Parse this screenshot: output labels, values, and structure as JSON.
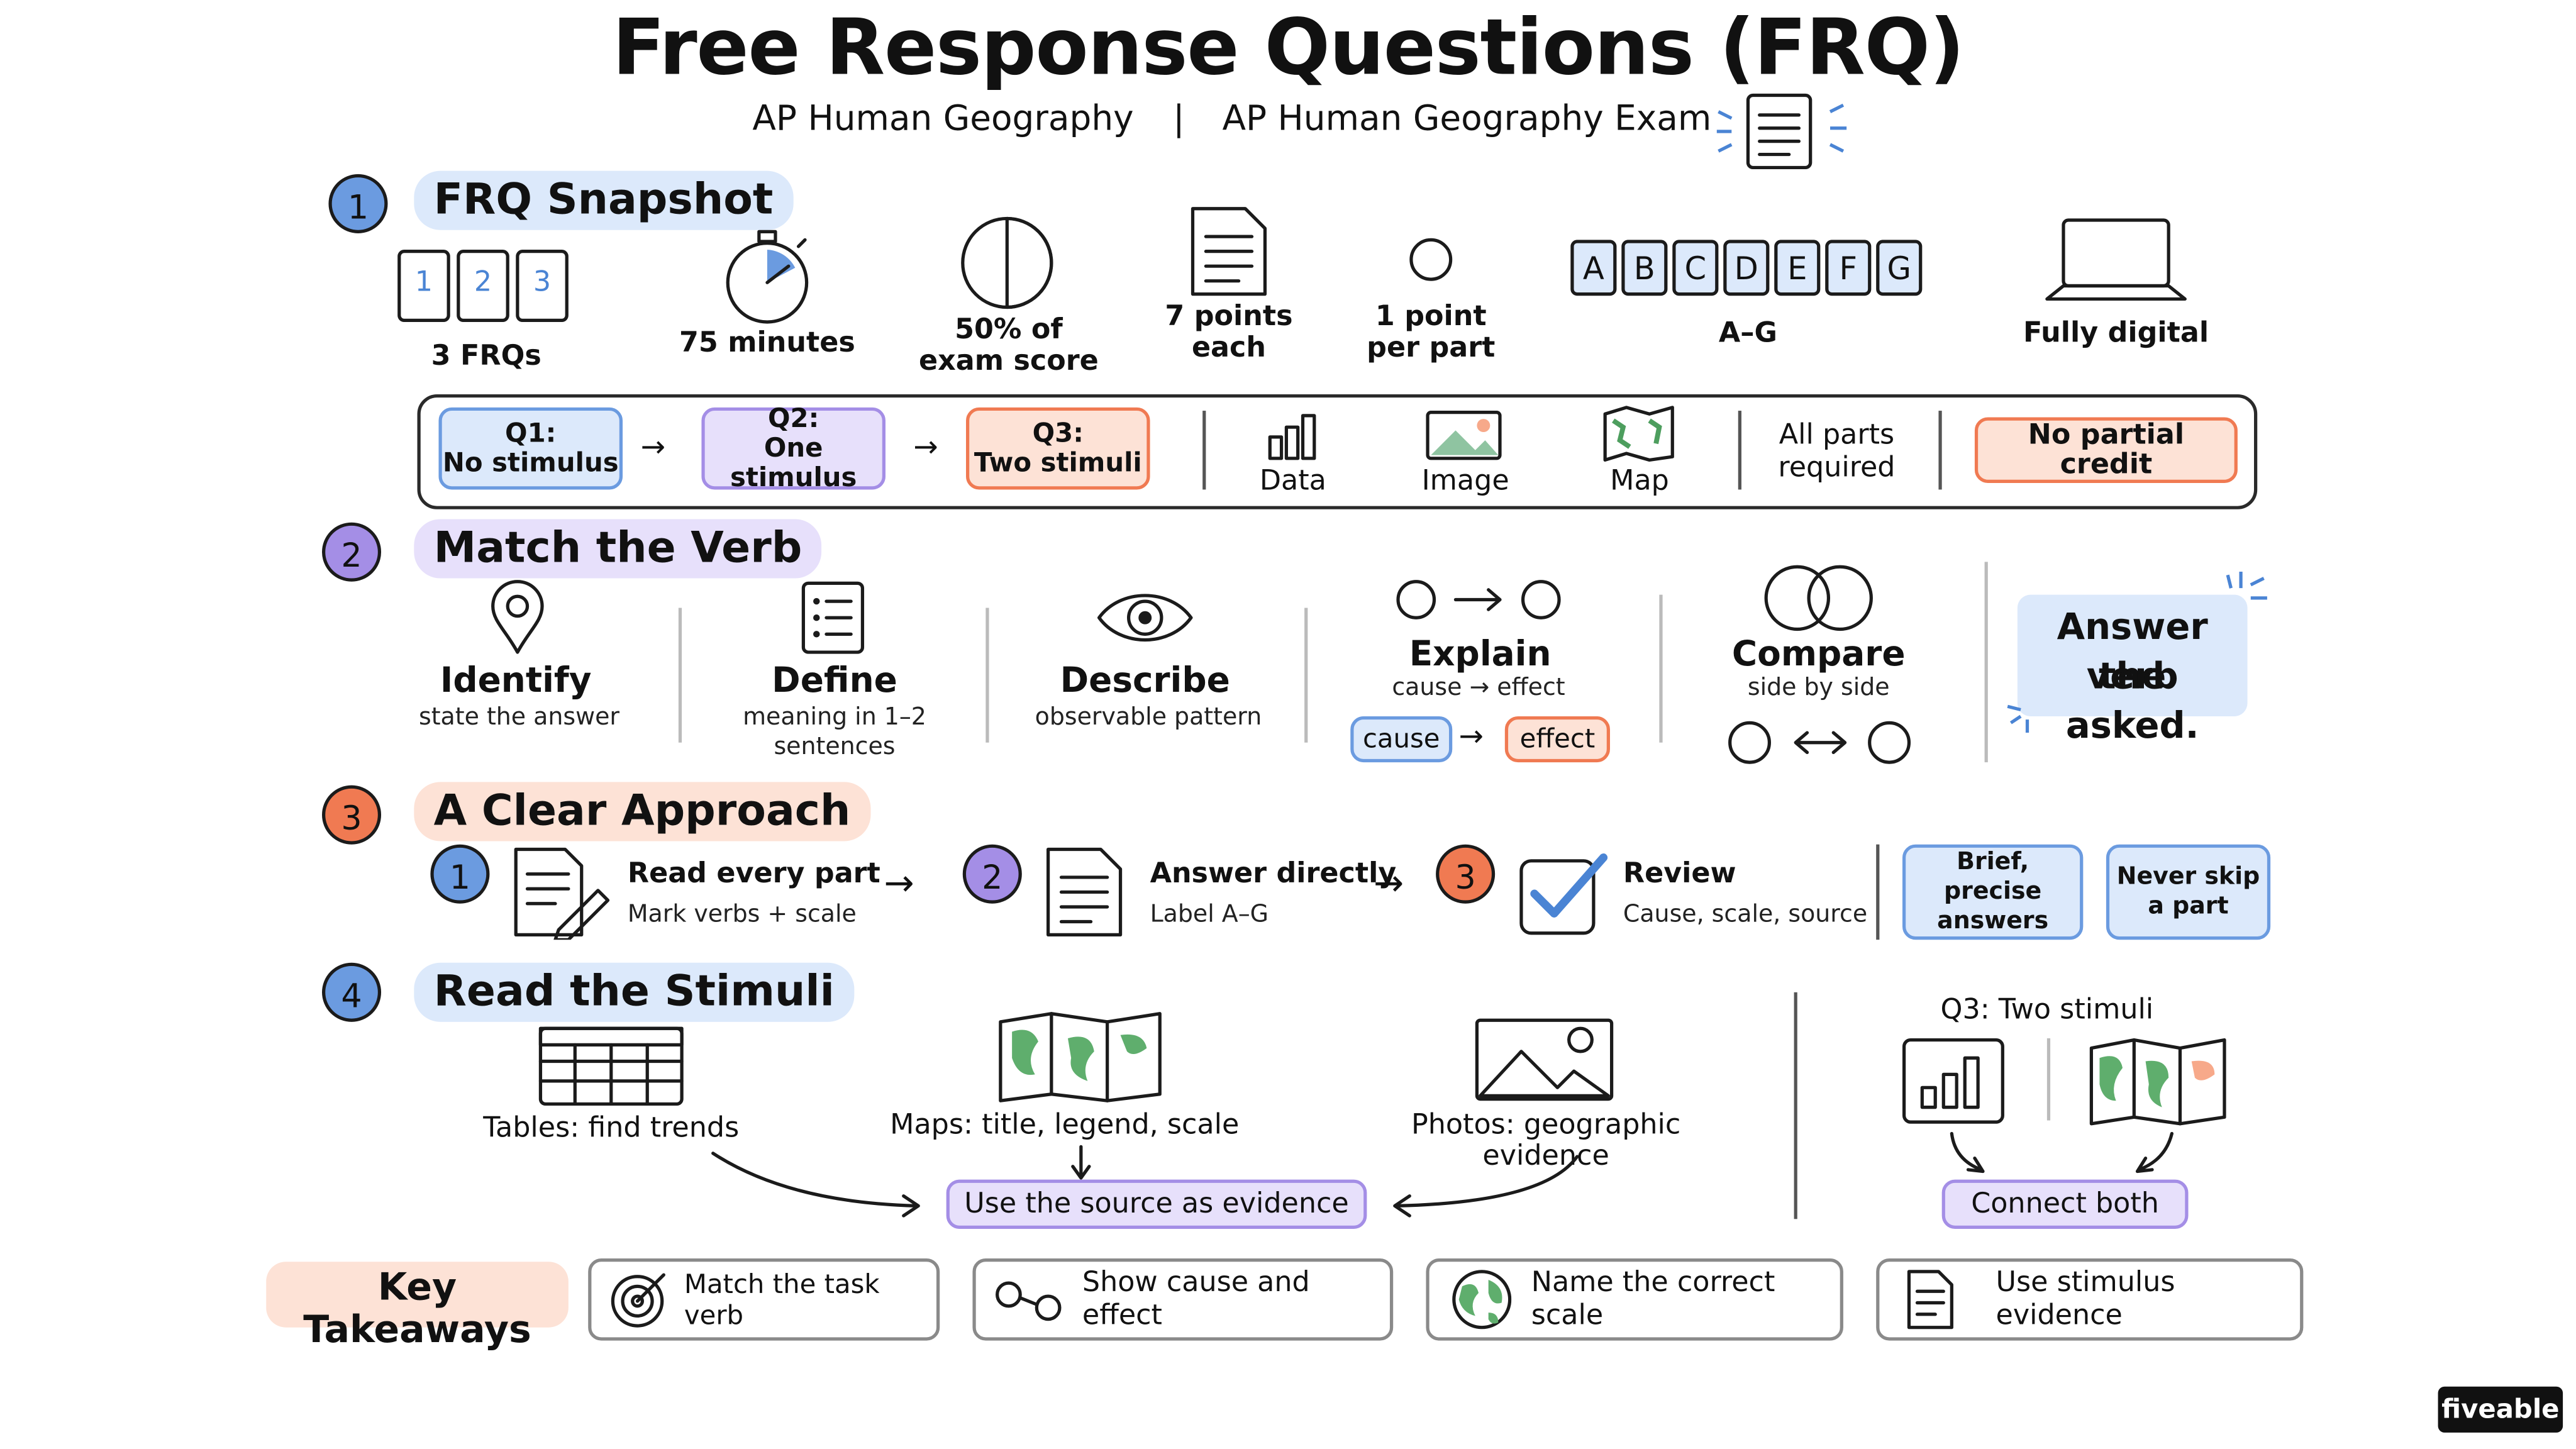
{
  "header": {
    "title": "Free Response Questions (FRQ)",
    "subtitle_course": "AP Human Geography",
    "separator": "|",
    "subtitle_exam": "AP Human Geography Exam"
  },
  "section1": {
    "number": "1",
    "title": "FRQ Snapshot",
    "cards": [
      "1",
      "2",
      "3"
    ],
    "stats": {
      "frqs": "3 FRQs",
      "minutes": "75 minutes",
      "score_line1": "50% of",
      "score_line2": "exam score",
      "points_line1": "7 points",
      "points_line2": "each",
      "part_line1": "1 point",
      "part_line2": "per part",
      "letters": [
        "A",
        "B",
        "C",
        "D",
        "E",
        "F",
        "G"
      ],
      "letters_label": "A–G",
      "digital": "Fully digital"
    },
    "bar": {
      "q1_line1": "Q1:",
      "q1_line2": "No stimulus",
      "q2_line1": "Q2:",
      "q2_line2": "One stimulus",
      "q3_line1": "Q3:",
      "q3_line2": "Two stimuli",
      "data": "Data",
      "image": "Image",
      "map": "Map",
      "all_parts_line1": "All parts",
      "all_parts_line2": "required",
      "no_partial": "No partial credit"
    }
  },
  "section2": {
    "number": "2",
    "title": "Match the Verb",
    "verbs": {
      "identify": "Identify",
      "identify_desc": "state the answer",
      "define": "Define",
      "define_desc1": "meaning in 1–2",
      "define_desc2": "sentences",
      "describe": "Describe",
      "describe_desc": "observable pattern",
      "explain": "Explain",
      "explain_desc": "cause → effect",
      "cause": "cause",
      "effect": "effect",
      "compare": "Compare",
      "compare_desc": "side by side"
    },
    "callout_line1": "Answer the",
    "callout_line2": "verb asked."
  },
  "section3": {
    "number": "3",
    "title": "A Clear Approach",
    "steps": [
      {
        "num": "1",
        "title": "Read every part",
        "desc": "Mark verbs + scale"
      },
      {
        "num": "2",
        "title": "Answer directly",
        "desc": "Label A–G"
      },
      {
        "num": "3",
        "title": "Review",
        "desc": "Cause, scale, source"
      }
    ],
    "tip1_line1": "Brief, precise",
    "tip1_line2": "answers",
    "tip2_line1": "Never skip",
    "tip2_line2": "a part"
  },
  "section4": {
    "number": "4",
    "title": "Read the Stimuli",
    "tables": "Tables: find trends",
    "maps": "Maps: title, legend, scale",
    "photos": "Photos: geographic evidence",
    "evidence": "Use the source as evidence",
    "q3_label": "Q3: Two stimuli",
    "connect": "Connect both"
  },
  "takeaways": {
    "title": "Key Takeaways",
    "items": [
      "Match the task verb",
      "Show cause and effect",
      "Name the correct scale",
      "Use stimulus evidence"
    ]
  },
  "brand": "fiveable",
  "colors": {
    "blue": "#6b9be0",
    "purple": "#a48ee6",
    "orange": "#f07a52",
    "blue_fill": "#dce9fb",
    "purple_fill": "#e7e0fb",
    "orange_fill": "#fde2d6"
  }
}
